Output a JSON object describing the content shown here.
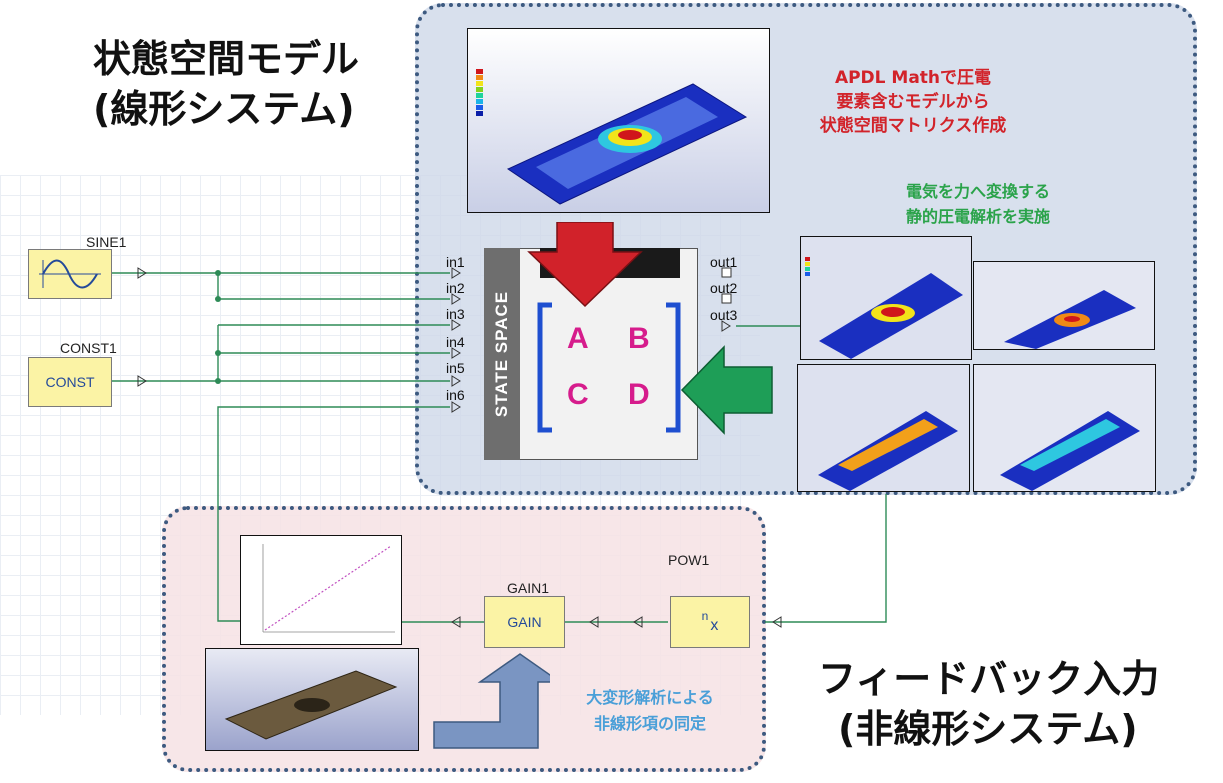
{
  "titles": {
    "state_space_line1": "状態空間モデル",
    "state_space_line2": "(線形システム)",
    "feedback_line1": "フィードバック入力",
    "feedback_line2": "(非線形システム)"
  },
  "annotations": {
    "apdl_line1": "APDL Mathで圧電",
    "apdl_line2": "要素含むモデルから",
    "apdl_line3": "状態空間マトリクス作成",
    "static_line1": "電気を力へ変換する",
    "static_line2": "静的圧電解析を実施",
    "large_def_line1": "大変形解析による",
    "large_def_line2": "非線形項の同定"
  },
  "blocks": {
    "sine1_label": "SINE1",
    "const1_label": "CONST1",
    "const1_text": "CONST",
    "gain1_label": "GAIN1",
    "gain1_text": "GAIN",
    "pow1_label": "POW1",
    "pow1_n": "n",
    "pow1_x": "x",
    "state_space_text": "STATE SPACE"
  },
  "ports": {
    "inputs": [
      "in1",
      "in2",
      "in3",
      "in4",
      "in5",
      "in6"
    ],
    "outputs": [
      "out1",
      "out2",
      "out3"
    ]
  },
  "matrix": {
    "a": "A",
    "b": "B",
    "c": "C",
    "d": "D"
  },
  "colors": {
    "wire": "#2e8b57",
    "block_fill": "#fbf3a5",
    "annot_red": "#d2232a",
    "annot_green": "#2aa34a",
    "annot_blue": "#4a9fd8",
    "matrix_letters": "#d61c8c",
    "bracket": "#1e4fd0"
  },
  "icons": [
    "red-down-arrow-icon",
    "green-left-arrow-icon",
    "blue-up-right-arrow-icon",
    "sine-wave-icon"
  ]
}
